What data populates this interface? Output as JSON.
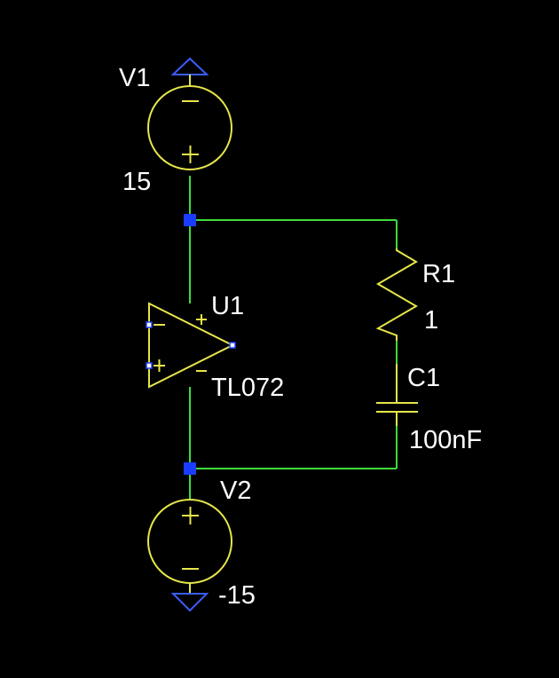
{
  "components": {
    "v1": {
      "ref": "V1",
      "value": "15"
    },
    "v2": {
      "ref": "V2",
      "value": "-15"
    },
    "u1": {
      "ref": "U1",
      "value": "TL072"
    },
    "r1": {
      "ref": "R1",
      "value": "1"
    },
    "c1": {
      "ref": "C1",
      "value": "100nF"
    }
  },
  "colors": {
    "background": "#000000",
    "wire": "#3cdc3c",
    "component": "#e6e64a",
    "ground_flag": "#3b5cff",
    "junction": "#1a3cff",
    "label": "#ffffff"
  },
  "icons": {
    "supply_top": "ground-flag-icon",
    "supply_bottom": "ground-flag-icon",
    "junction": "junction-dot-icon"
  }
}
